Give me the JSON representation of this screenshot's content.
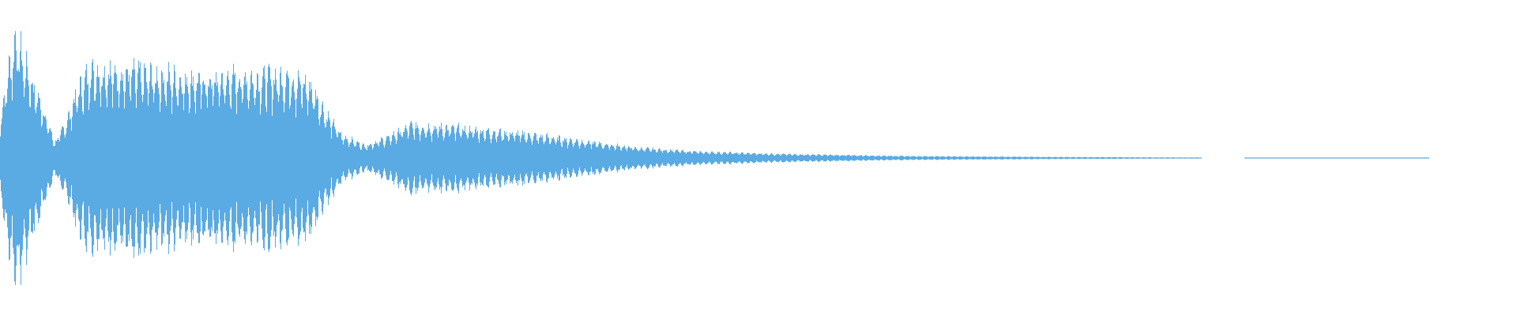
{
  "waveform": {
    "color": "#5aaae3",
    "envelope": [
      {
        "t": 0.0,
        "amp": 0.3
      },
      {
        "t": 0.004,
        "amp": 0.62
      },
      {
        "t": 0.01,
        "amp": 0.98
      },
      {
        "t": 0.018,
        "amp": 0.7
      },
      {
        "t": 0.028,
        "amp": 0.4
      },
      {
        "t": 0.036,
        "amp": 0.12
      },
      {
        "t": 0.044,
        "amp": 0.3
      },
      {
        "t": 0.05,
        "amp": 0.52
      },
      {
        "t": 0.06,
        "amp": 0.72
      },
      {
        "t": 0.075,
        "amp": 0.7
      },
      {
        "t": 0.1,
        "amp": 0.67
      },
      {
        "t": 0.13,
        "amp": 0.63
      },
      {
        "t": 0.16,
        "amp": 0.65
      },
      {
        "t": 0.19,
        "amp": 0.66
      },
      {
        "t": 0.205,
        "amp": 0.58
      },
      {
        "t": 0.215,
        "amp": 0.35
      },
      {
        "t": 0.225,
        "amp": 0.18
      },
      {
        "t": 0.24,
        "amp": 0.1
      },
      {
        "t": 0.255,
        "amp": 0.16
      },
      {
        "t": 0.27,
        "amp": 0.26
      },
      {
        "t": 0.3,
        "amp": 0.24
      },
      {
        "t": 0.34,
        "amp": 0.2
      },
      {
        "t": 0.38,
        "amp": 0.14
      },
      {
        "t": 0.42,
        "amp": 0.08
      },
      {
        "t": 0.46,
        "amp": 0.05
      },
      {
        "t": 0.52,
        "amp": 0.03
      },
      {
        "t": 0.6,
        "amp": 0.015
      },
      {
        "t": 0.7,
        "amp": 0.008
      },
      {
        "t": 0.79,
        "amp": 0.004
      },
      {
        "t": 0.792,
        "amp": 0.0
      },
      {
        "t": 0.82,
        "amp": 0.0
      },
      {
        "t": 0.822,
        "amp": 0.003
      },
      {
        "t": 0.94,
        "amp": 0.003
      },
      {
        "t": 0.942,
        "amp": 0.0
      },
      {
        "t": 1.0,
        "amp": 0.0
      }
    ]
  }
}
